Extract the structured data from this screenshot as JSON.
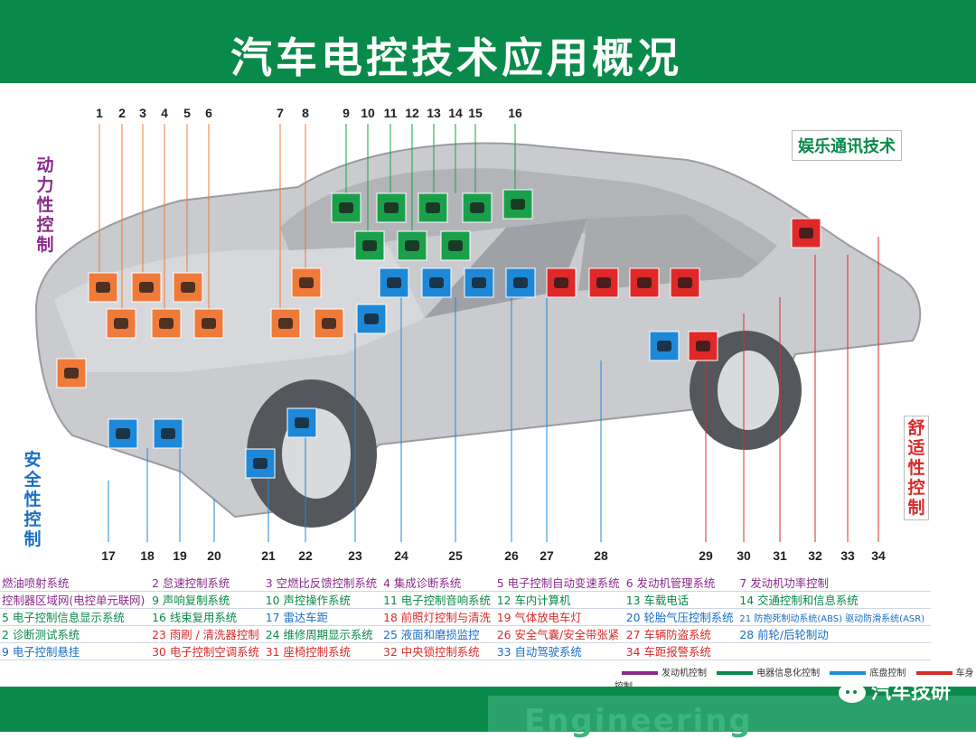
{
  "title": "汽车电控技术应用概况",
  "colors": {
    "power": "#8b2a8a",
    "electrical": "#0a8a4a",
    "chassis": "#1a8fd4",
    "body": "#d82a2a",
    "orange_box": "#f07a3a",
    "green_box": "#1aa04a",
    "blue_box": "#1e88d8",
    "red_box": "#e02828"
  },
  "categories": {
    "power": "动力性控制",
    "entertainment": "娱乐通讯技术",
    "safety": "安全性控制",
    "comfort": "舒适性控制"
  },
  "top_numbers": [
    "1",
    "2",
    "3",
    "4",
    "5",
    "6",
    "7",
    "8",
    "9",
    "10",
    "11",
    "12",
    "13",
    "14",
    "15",
    "16"
  ],
  "bottom_numbers": [
    "17",
    "18",
    "19",
    "20",
    "21",
    "22",
    "23",
    "24",
    "25",
    "26",
    "27",
    "28",
    "29",
    "30",
    "31",
    "32",
    "33",
    "34"
  ],
  "legend_rows": [
    [
      "燃油喷射系统",
      "2 怠速控制系统",
      "3 空燃比反馈控制系统",
      "4 集成诊断系统",
      "5 电子控制自动变速系统",
      "6 发动机管理系统",
      "7 发动机功率控制"
    ],
    [
      "控制器区域网(电控单元联网)",
      "9 声响复制系统",
      "10 声控操作系统",
      "11 电子控制音响系统",
      "12 车内计算机",
      "13 车载电话",
      "14 交通控制和信息系统"
    ],
    [
      "5 电子控制信息显示系统",
      "16 线束复用系统",
      "17 雷达车距",
      "18 前照灯控制与清洗",
      "19 气体放电车灯",
      "20 轮胎气压控制系统",
      "21 防抱死制动系统(ABS) 驱动防滑系统(ASR)"
    ],
    [
      "2 诊断测试系统",
      "23 雨刷 / 清洗器控制",
      "24 维修周期显示系统",
      "25 液面和磨损监控",
      "26 安全气囊/安全带张紧",
      "27 车辆防盗系统",
      "28 前轮/后轮制动"
    ],
    [
      "9 电子控制悬挂",
      "30 电子控制空调系统",
      "31 座椅控制系统",
      "32 中央锁控制系统",
      "33 自动驾驶系统",
      "34 车距报警系统",
      ""
    ]
  ],
  "legend_colors": [
    [
      "#8b2a8a",
      "#8b2a8a",
      "#8b2a8a",
      "#8b2a8a",
      "#8b2a8a",
      "#8b2a8a",
      "#8b2a8a"
    ],
    [
      "#8b2a8a",
      "#0a8a4a",
      "#0a8a4a",
      "#0a8a4a",
      "#0a8a4a",
      "#0a8a4a",
      "#0a8a4a"
    ],
    [
      "#0a8a4a",
      "#0a8a4a",
      "#1a6fc4",
      "#d82a2a",
      "#d82a2a",
      "#1a6fc4",
      "#1a6fc4"
    ],
    [
      "#0a8a4a",
      "#d82a2a",
      "#0a8a4a",
      "#1a6fc4",
      "#d82a2a",
      "#d82a2a",
      "#1a6fc4"
    ],
    [
      "#1a6fc4",
      "#d82a2a",
      "#d82a2a",
      "#d82a2a",
      "#1a6fc4",
      "#d82a2a",
      "#333333"
    ]
  ],
  "legend_keys": [
    "发动机控制",
    "电器信息化控制",
    "底盘控制",
    "车身控制"
  ],
  "watermark": "汽车技研",
  "footer_text": "Engineering"
}
